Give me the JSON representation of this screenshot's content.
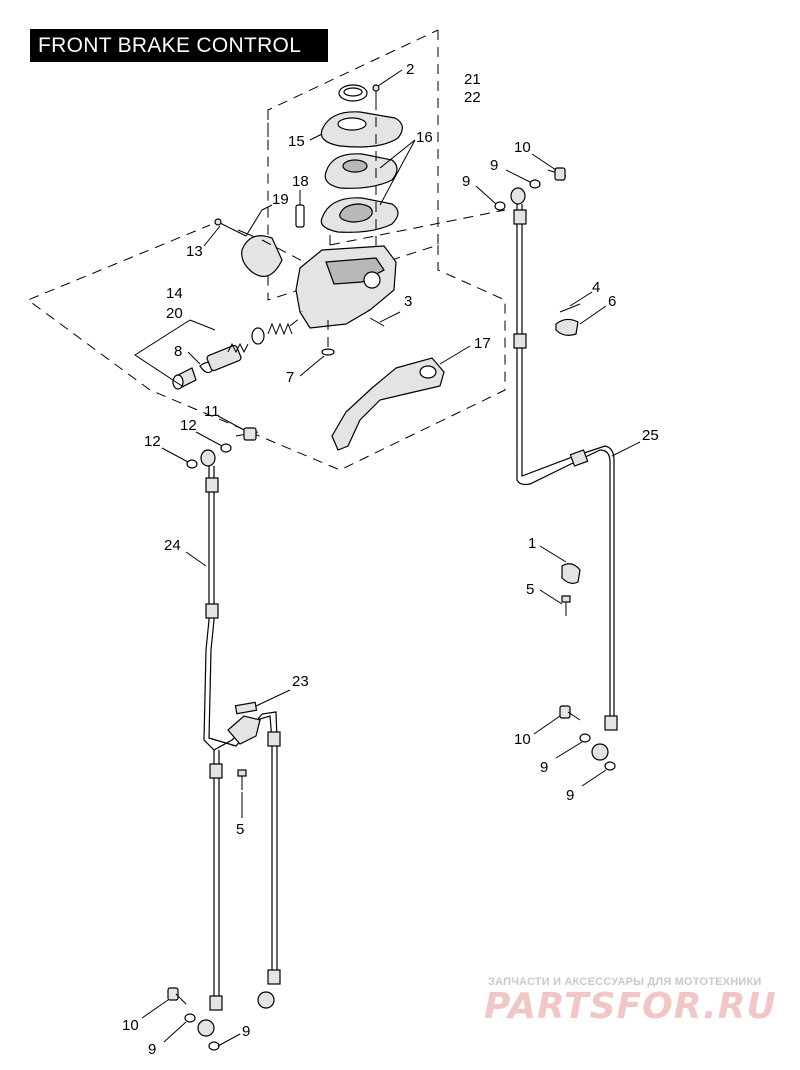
{
  "title": "FRONT BRAKE CONTROL",
  "watermark": {
    "tagline": "ЗАПЧАСТИ И АКСЕССУАРЫ ДЛЯ МОТОТЕХНИКИ",
    "logo": "PARTSFOR.RU"
  },
  "callouts": {
    "c2": "2",
    "c21": "21",
    "c22": "22",
    "c15": "15",
    "c16": "16",
    "c18": "18",
    "c19": "19",
    "c13": "13",
    "c14": "14",
    "c20": "20",
    "c8": "8",
    "c3": "3",
    "c7": "7",
    "c17": "17",
    "c10a": "10",
    "c9a": "9",
    "c9b": "9",
    "c4": "4",
    "c6": "6",
    "c11": "11",
    "c12a": "12",
    "c12b": "12",
    "c24": "24",
    "c25": "25",
    "c1": "1",
    "c5a": "5",
    "c23": "23",
    "c5b": "5",
    "c10b": "10",
    "c9c": "9",
    "c9d": "9",
    "c10c": "10",
    "c9e": "9",
    "c9f": "9"
  },
  "colors": {
    "line": "#000000",
    "part_fill": "#e4e4e4",
    "title_bg": "#000000",
    "watermark": "#f1c6c6"
  }
}
